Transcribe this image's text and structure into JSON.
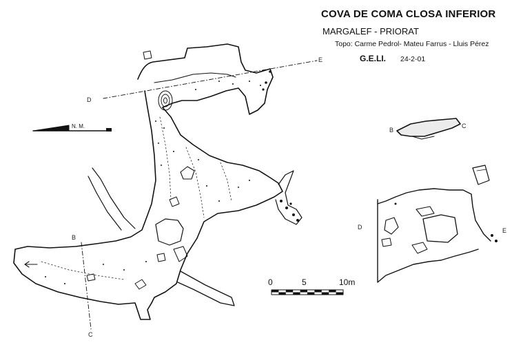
{
  "header": {
    "title": "COVA DE COMA CLOSA INFERIOR",
    "subtitle": "MARGALEF -  PRIORAT",
    "credits": "Topo: Carme Pedrol- Mateu Farrus - Lluis Pérez",
    "organization": "G.E.LI.",
    "date": "24-2-01"
  },
  "north_arrow": {
    "label": "N. M."
  },
  "scale_bar": {
    "ticks": [
      "0",
      "5",
      "10m"
    ],
    "segments": 10
  },
  "section_labels": {
    "plan_d": "D",
    "plan_e": "E",
    "plan_b": "B",
    "plan_c": "C",
    "section_b": "B",
    "section_c": "C",
    "section_d": "D",
    "section_e": "E"
  },
  "colors": {
    "ink": "#111111",
    "paper": "#ffffff"
  }
}
